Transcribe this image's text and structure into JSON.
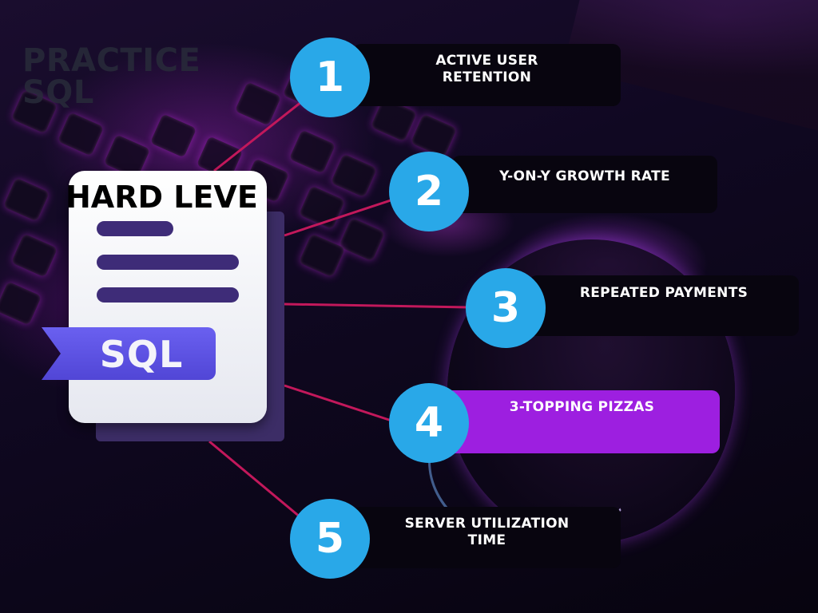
{
  "background_title": {
    "line1": "PRACTICE",
    "line2": "SQL"
  },
  "document": {
    "heading": "HARD LEVE",
    "badge_text": "SQL"
  },
  "colors": {
    "circle": "#29a8e8",
    "label_dark": "#08050f",
    "label_highlight": "#9d1fe0",
    "connector": "#c2185b"
  },
  "items": [
    {
      "number": "1",
      "label": "ACTIVE USER RETENTION"
    },
    {
      "number": "2",
      "label": "Y-ON-Y GROWTH RATE"
    },
    {
      "number": "3",
      "label": "REPEATED PAYMENTS"
    },
    {
      "number": "4",
      "label": "3-TOPPING PIZZAS"
    },
    {
      "number": "5",
      "label": "SERVER UTILIZATION TIME"
    }
  ]
}
